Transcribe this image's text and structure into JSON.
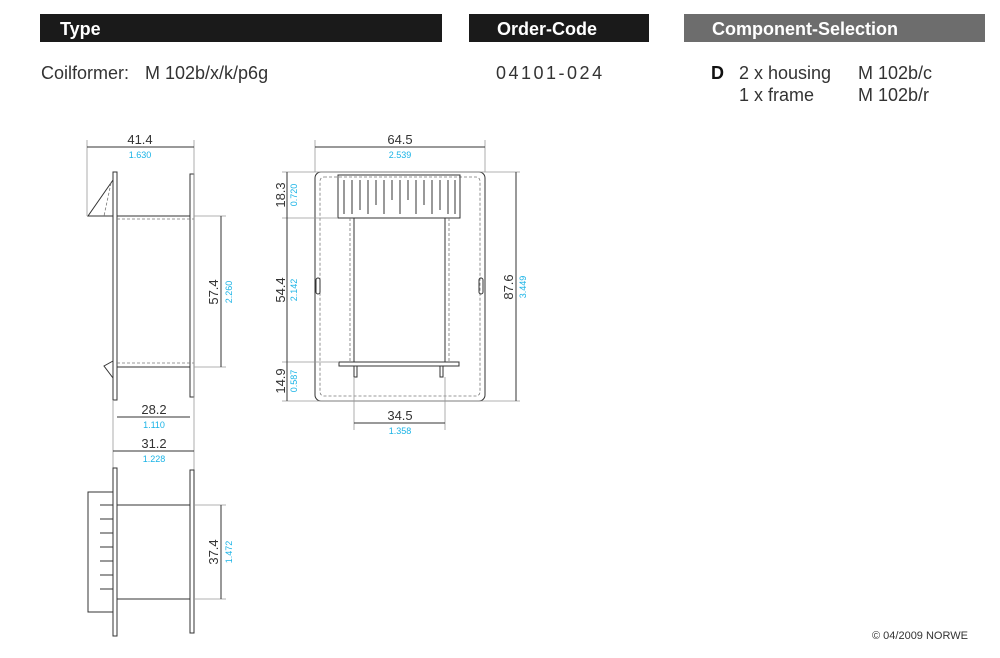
{
  "header": {
    "type": "Type",
    "order_code": "Order-Code",
    "component_selection": "Component-Selection"
  },
  "type_row": {
    "label": "Coilformer:",
    "value": "M 102b/x/k/p6g"
  },
  "order_code": "04101-024",
  "components": {
    "letter": "D",
    "items": [
      {
        "qty": "2 x housing",
        "part": "M 102b/c"
      },
      {
        "qty": "1 x frame",
        "part": "M 102b/r"
      }
    ]
  },
  "dimensions": {
    "side_width": {
      "mm": "41.4",
      "in": "1.630"
    },
    "side_height": {
      "mm": "57.4",
      "in": "2.260"
    },
    "side_inner": {
      "mm": "28.2",
      "in": "1.110"
    },
    "side_outer": {
      "mm": "31.2",
      "in": "1.228"
    },
    "bottom_height": {
      "mm": "37.4",
      "in": "1.472"
    },
    "front_width": {
      "mm": "64.5",
      "in": "2.539"
    },
    "front_top": {
      "mm": "18.3",
      "in": "0.720"
    },
    "front_mid": {
      "mm": "54.4",
      "in": "2.142"
    },
    "front_bottom": {
      "mm": "14.9",
      "in": "0.587"
    },
    "front_height": {
      "mm": "87.6",
      "in": "3.449"
    },
    "front_inner": {
      "mm": "34.5",
      "in": "1.358"
    }
  },
  "copyright": "© 04/2009 NORWE",
  "colors": {
    "header_dark": "#1a1a1a",
    "header_grey": "#6d6d6d",
    "inch": "#1ab3e6"
  }
}
